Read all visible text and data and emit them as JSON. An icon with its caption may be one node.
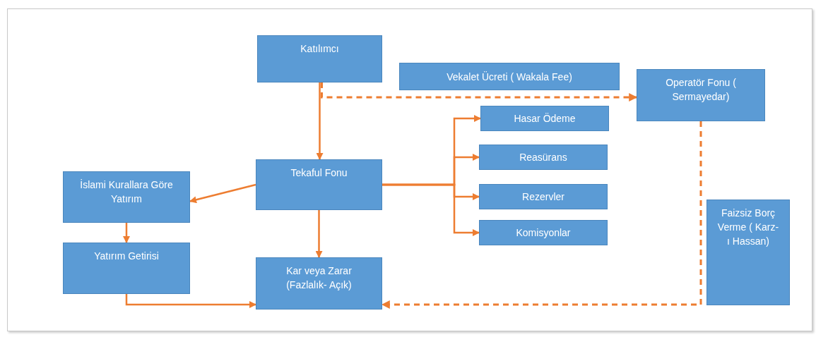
{
  "diagram": {
    "nodes": [
      {
        "text": [
          "Katılımcı"
        ]
      },
      {
        "text": [
          "Vekalet Ücreti ( Wakala Fee)"
        ]
      },
      {
        "text": [
          "Operatör Fonu ( Sermayedar)"
        ]
      },
      {
        "text": [
          "Hasar Ödeme"
        ]
      },
      {
        "text": [
          "Reasürans"
        ]
      },
      {
        "text": [
          "Rezervler"
        ]
      },
      {
        "text": [
          "Komisyonlar"
        ]
      },
      {
        "text": [
          "İslami Kurallara Göre Yatırım"
        ]
      },
      {
        "text": [
          "Tekaful Fonu"
        ]
      },
      {
        "text": [
          "Yatırım Getirisi"
        ]
      },
      {
        "text": [
          "Kar veya Zarar (Fazlalık- Açık)"
        ]
      },
      {
        "text": [
          "Faizsiz Borç Verme ( Karz-ı Hassan)"
        ]
      }
    ],
    "edges": [
      {
        "from": 0,
        "to": 8,
        "arrow": "to"
      },
      {
        "from": 0,
        "to": 2,
        "arrow": "to",
        "style": "dashed"
      },
      {
        "from": 8,
        "to": 3,
        "arrow": "to"
      },
      {
        "from": 8,
        "to": 4,
        "arrow": "to"
      },
      {
        "from": 8,
        "to": 5,
        "arrow": "to"
      },
      {
        "from": 8,
        "to": 6,
        "arrow": "to"
      },
      {
        "from": 8,
        "to": 7,
        "arrow": "to"
      },
      {
        "from": 7,
        "to": 9,
        "arrow": "to"
      },
      {
        "from": 8,
        "to": 10,
        "arrow": "to"
      },
      {
        "from": 9,
        "to": 10,
        "arrow": "to"
      },
      {
        "from": 2,
        "to": 10,
        "arrow": "to",
        "style": "dashed"
      }
    ]
  }
}
